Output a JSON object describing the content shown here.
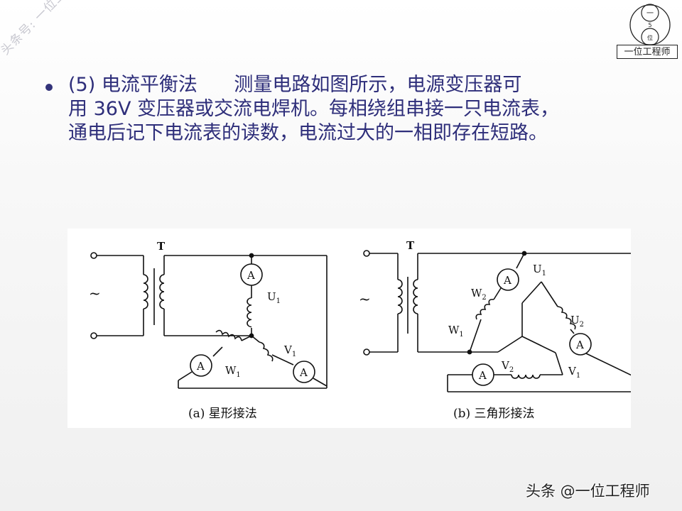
{
  "watermark": {
    "text": "头条号: 一位工程师"
  },
  "logo": {
    "top_char": "一",
    "middle_char": "5",
    "bottom_char": "位",
    "caption": "一位工程师"
  },
  "content": {
    "bullet_lines": [
      "(5) 电流平衡法      测量电路如图所示，电源变压器可",
      "用 36V 变压器或交流电焊机。每相绕组串接一只电流表，",
      "通电后记下电流表的读数，电流过大的一相即存在短路。"
    ],
    "text_color": "#2e2e7a"
  },
  "figure": {
    "a": {
      "caption": "(a) 星形接法",
      "transformer_label": "T",
      "ac_symbol": "~",
      "ammeter_label": "A",
      "labels": {
        "u": "U",
        "u_sub": "1",
        "v": "V",
        "v_sub": "1",
        "w": "W",
        "w_sub": "1"
      }
    },
    "b": {
      "caption": "(b) 三角形接法",
      "transformer_label": "T",
      "ac_symbol": "~",
      "ammeter_label": "A",
      "labels": {
        "u1": "U",
        "u1_sub": "1",
        "u2": "U",
        "u2_sub": "2",
        "v1": "V",
        "v1_sub": "1",
        "v2": "V",
        "v2_sub": "2",
        "w1": "W",
        "w1_sub": "1",
        "w2": "W",
        "w2_sub": "2"
      }
    }
  },
  "footer": {
    "text": "头条 @一位工程师"
  }
}
